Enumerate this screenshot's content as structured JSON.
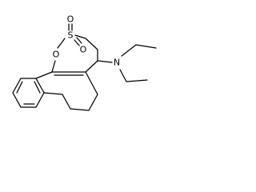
{
  "structure": {
    "atom_labels": {
      "sulfur": "S",
      "sulfonyl_oxygen_a": "O",
      "sulfonyl_oxygen_b": "O",
      "ring_oxygen": "O",
      "amine_nitrogen": "N"
    }
  }
}
